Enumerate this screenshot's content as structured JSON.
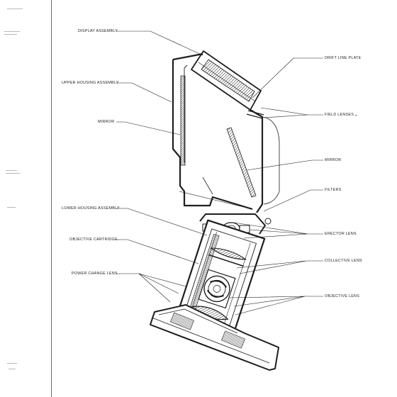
{
  "figure": {
    "labels": {
      "display_assembly": "DISPLAY ASSEMBLY",
      "drift_line_plate": "DRIFT LINE PLATE",
      "upper_housing_assembly": "UPPER HOUSING ASSEMBLY",
      "field_lenses": "FIELD LENSES",
      "mirror_left": "MIRROR",
      "mirror_right": "MIRROR",
      "filters": "FILTERS",
      "lower_housing_assembly": "LOWER HOUSING ASSEMBLY",
      "erector_lens": "ERECTOR LENS",
      "objective_cartridge": "OBJECTIVE CARTRIDGE",
      "collective_lens": "COLLECTIVE LENS",
      "power_change_lens": "POWER CHANGE LENS",
      "objective_lens": "OBJECTIVE LENS"
    }
  },
  "colors": {
    "ink": "#1e1e1e",
    "margin_rule": "#6a6a6a",
    "paper": "#ffffff"
  }
}
